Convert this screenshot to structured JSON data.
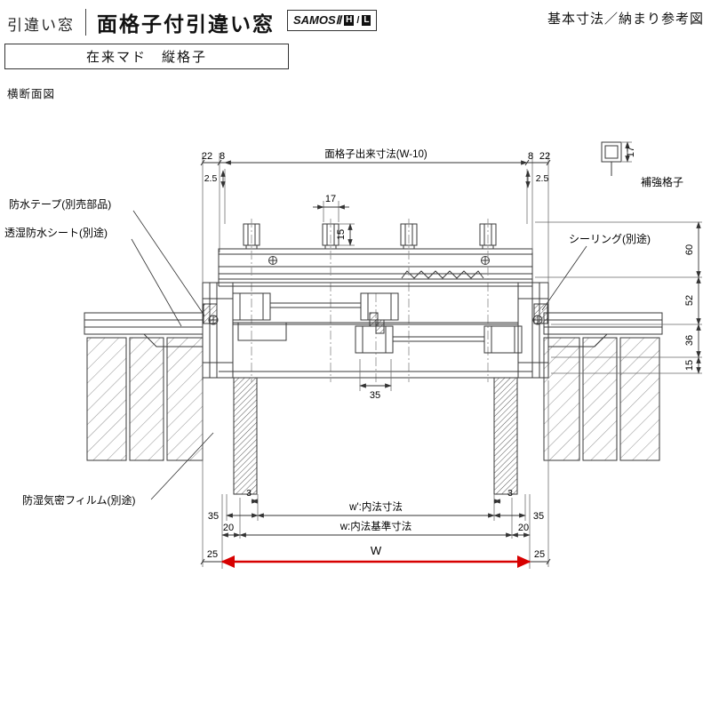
{
  "header": {
    "category": "引違い窓",
    "title": "面格子付引違い窓",
    "brand": "SAMOSⅡ",
    "badge_h": "H",
    "badge_sep": "/",
    "badge_l": "L",
    "right_note": "基本寸法／納まり参考図",
    "subtype": "在来マド　縦格子",
    "view_label": "横断面図"
  },
  "callouts": {
    "waterproof_tape": "防水テープ(別売部品)",
    "breathable_sheet": "透湿防水シート(別途)",
    "sealing": "シーリング(別途)",
    "moisture_film": "防湿気密フィルム(別途)",
    "reinforcement_grille": "補強格子"
  },
  "dims": {
    "top_label": "面格子出来寸法(W-10)",
    "d22": "22",
    "d8": "8",
    "d2_5": "2.5",
    "d17": "17",
    "d15": "15",
    "d60": "60",
    "d52": "52",
    "d36": "36",
    "d35": "35",
    "d3": "3",
    "d20": "20",
    "d25": "25",
    "w_inner": "w':内法寸法",
    "w_base": "w:内法基準寸法",
    "w_label": "W"
  }
}
